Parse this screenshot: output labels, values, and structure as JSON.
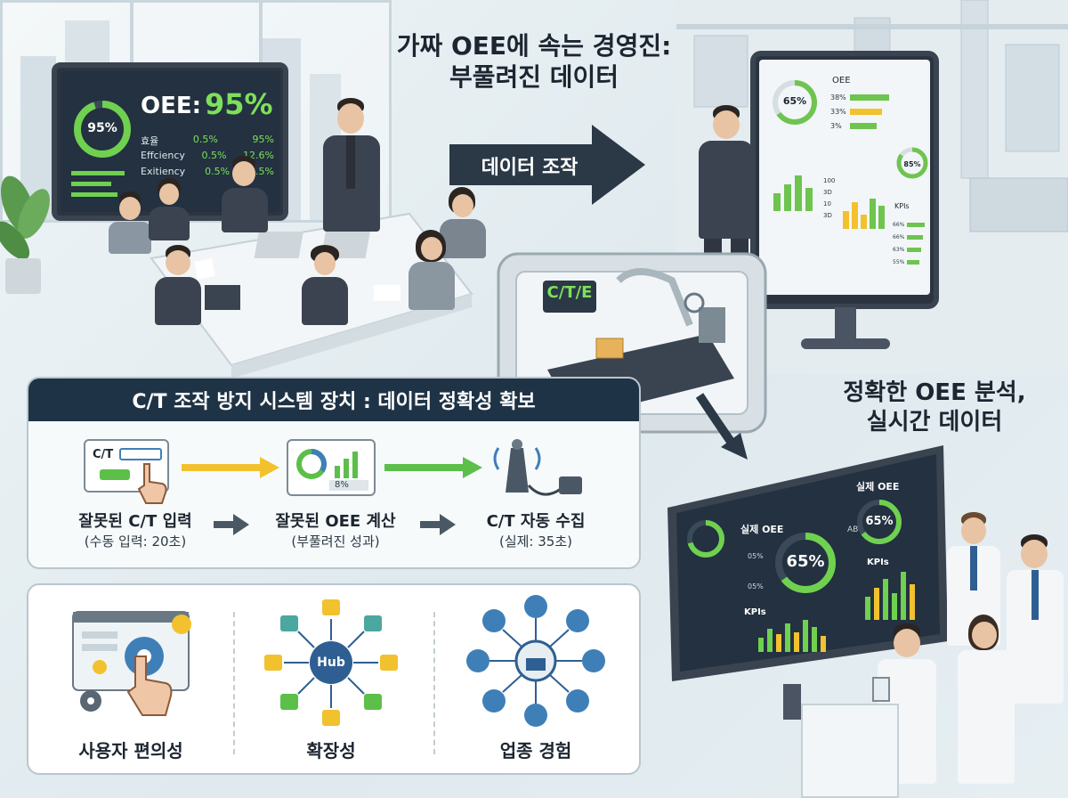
{
  "headline_top": {
    "line1": "가짜 OEE에 속는 경영진:",
    "line2": "부풀려진 데이터"
  },
  "arrow_label": "데이터 조작",
  "headline_right": {
    "line1": "정확한 OEE 분석,",
    "line2": "실시간 데이터"
  },
  "left_screen": {
    "gauge_value": "95%",
    "oee_text": "OEE:",
    "oee_value": "95%",
    "rows": [
      {
        "label": "효율",
        "a": "0.5%",
        "b": "95%"
      },
      {
        "label": "Effciency",
        "a": "0.5%",
        "b": "12.6%"
      },
      {
        "label": "Exitiency",
        "a": "0.5%",
        "b": "8.5%"
      }
    ]
  },
  "right_top_screen": {
    "gauge1": "65%",
    "label_oee": "OEE",
    "bars_labels": [
      "38%",
      "33%",
      "3%"
    ],
    "gauge2": "85%",
    "kpi_label": "KPIs",
    "kpi_rows": [
      "66%",
      "66%",
      "63%",
      "55%"
    ],
    "axis_labels": [
      "100",
      "3D",
      "10",
      "3D"
    ]
  },
  "machine_display": "C/T/E",
  "system_panel": {
    "title": "C/T 조작 방지 시스템 장치 : 데이터 정확성 확보",
    "steps": [
      {
        "label": "잘못된 C/T 입력",
        "sub": "(수동 입력: 20초)",
        "icon_text": "C/T"
      },
      {
        "label": "잘못된 OEE 계산",
        "sub": "(부풀려진 성과)",
        "icon_text": "8%"
      },
      {
        "label": "C/T 자동 수집",
        "sub": "(실제: 35초)"
      }
    ]
  },
  "features": [
    {
      "label": "사용자 편의성"
    },
    {
      "label": "확장성",
      "hub_text": "Hub"
    },
    {
      "label": "업종 경험"
    }
  ],
  "bottom_screen": {
    "title1": "실제 OEE",
    "title2": "실제 OEE",
    "gauge1": "65%",
    "gauge2": "65%",
    "kpi1": "KPIs",
    "kpi2": "KPIs",
    "small1": "05%",
    "small2": "05%",
    "ab": "AB"
  },
  "colors": {
    "navy": "#1f3346",
    "green": "#5cbf4a",
    "yellow": "#f2c12e",
    "blue": "#3f7fb8",
    "dark_screen": "#233140"
  }
}
